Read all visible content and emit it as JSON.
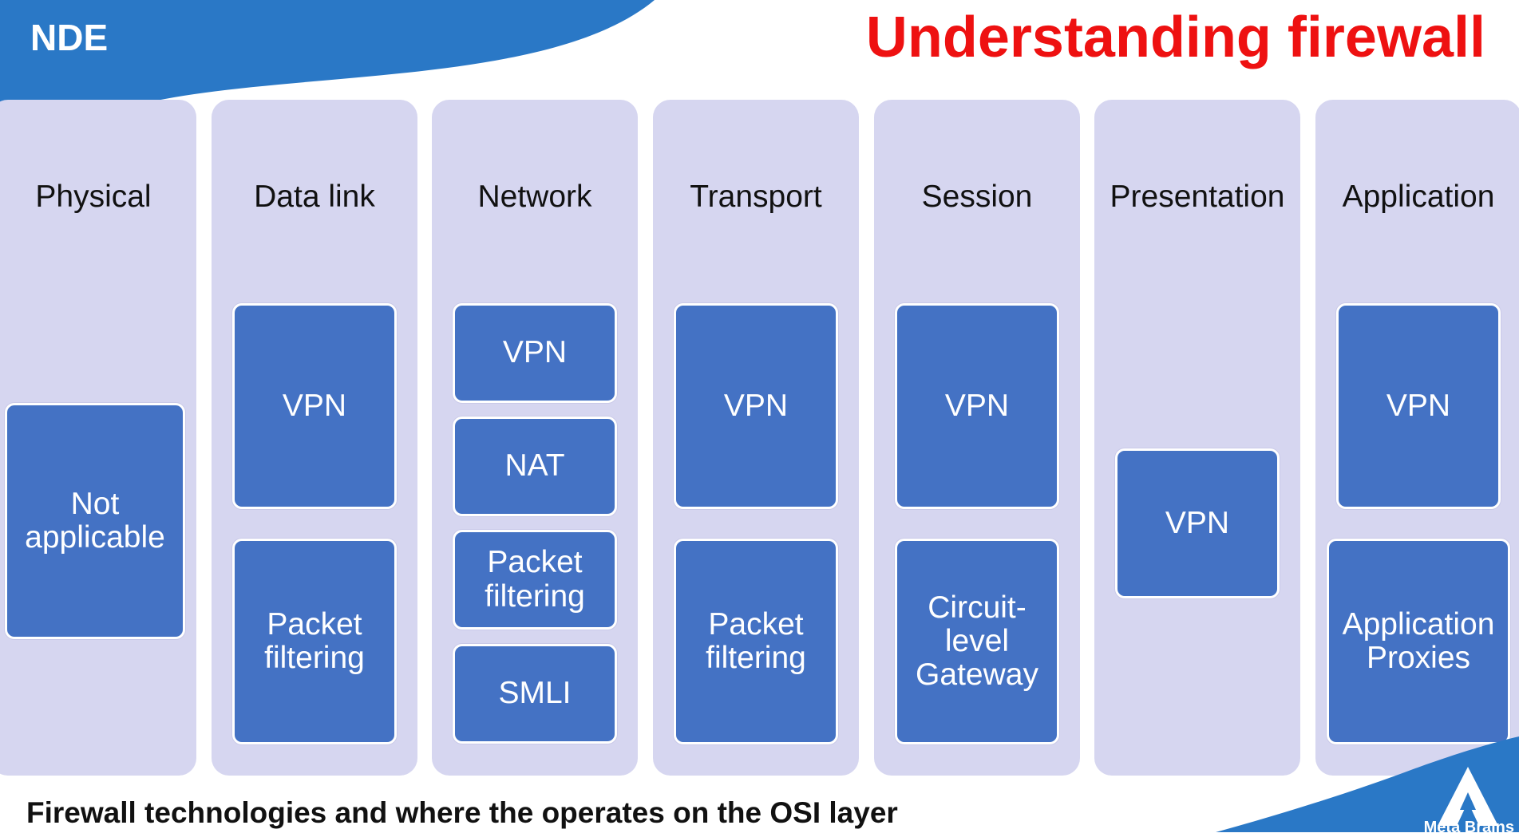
{
  "header": {
    "brand": "NDE",
    "title": "Understanding firewall"
  },
  "colors": {
    "banner": "#2a78c6",
    "title": "#ee1111",
    "column": "#d6d6f0",
    "box": "#4472c4"
  },
  "layers": [
    {
      "name": "Physical",
      "items": [
        "Not\napplicable"
      ]
    },
    {
      "name": "Data link",
      "items": [
        "VPN",
        "Packet\nfiltering"
      ]
    },
    {
      "name": "Network",
      "items": [
        "VPN",
        "NAT",
        "Packet\nfiltering",
        "SMLI"
      ]
    },
    {
      "name": "Transport",
      "items": [
        "VPN",
        "Packet\nfiltering"
      ]
    },
    {
      "name": "Session",
      "items": [
        "VPN",
        "Circuit-\nlevel\nGateway"
      ]
    },
    {
      "name": "Presentation",
      "items": [
        "VPN"
      ]
    },
    {
      "name": "Application",
      "items": [
        "VPN",
        "Application\nProxies"
      ]
    }
  ],
  "footer": {
    "caption": "Firewall technologies and where the operates on the OSI layer"
  },
  "logo": {
    "text": "Meta Brains",
    "icon": "triangle-logo-icon"
  }
}
